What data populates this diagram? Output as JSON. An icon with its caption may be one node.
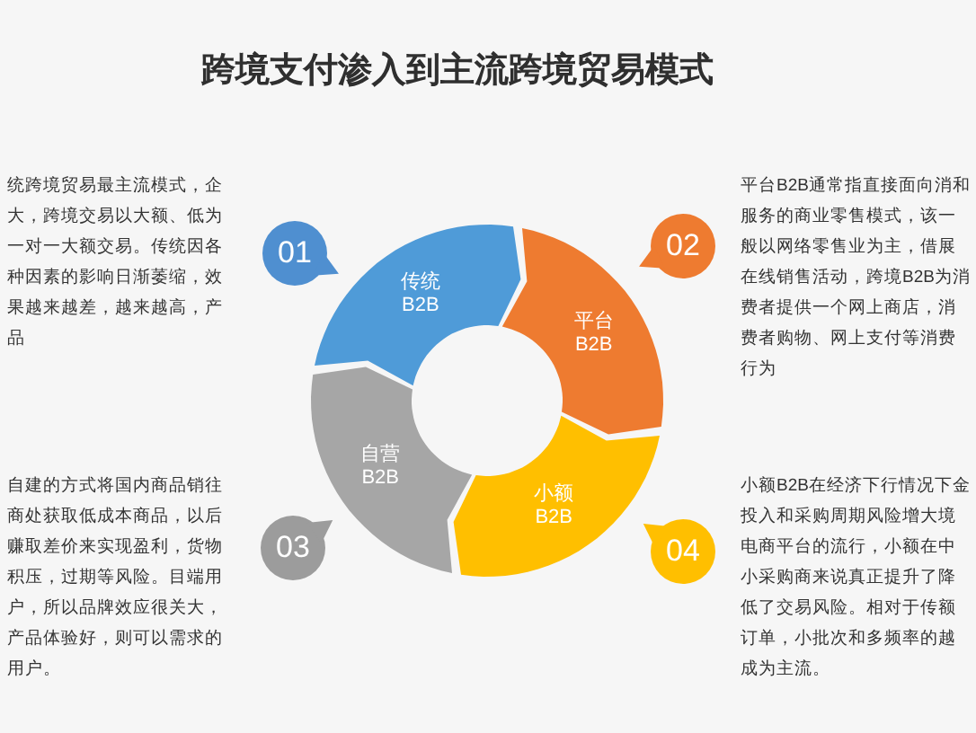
{
  "diagram": {
    "title": "跨境支付渗入到主流跨境贸易模式",
    "nodes": [
      {
        "text": [
          "传统B2B"
        ]
      },
      {
        "text": [
          "平台B2B"
        ]
      },
      {
        "text": [
          "自营B2B"
        ]
      },
      {
        "text": [
          "小额B2B"
        ]
      },
      {
        "text": [
          "01"
        ]
      },
      {
        "text": [
          "02"
        ]
      },
      {
        "text": [
          "03"
        ]
      },
      {
        "text": [
          "04"
        ]
      }
    ],
    "labels": [
      "统跨境贸易最主流模式，企大，跨境交易以大额、低为一对一大额交易。传统因各种因素的影响日渐萎缩，效果越来越差，越来越高，产品",
      "平台B2B通常指直接面向消和服务的商业零售模式，该一般以网络零售业为主，借展在线销售活动，跨境B2B为消费者提供一个网上商店，消费者购物、网上支付等消费行为",
      "自建的方式将国内商品销往商处获取低成本商品，以后赚取差价来实现盈利，货物积压，过期等风险。目端用户，所以品牌效应很关大，产品体验好，则可以需求的用户。",
      "小额B2B在经济下行情况下金投入和采购周期风险增大境电商平台的流行，小额在中小采购商来说真正提升了降低了交易风险。相对于传额订单，小批次和多频率的越成为主流。"
    ]
  }
}
